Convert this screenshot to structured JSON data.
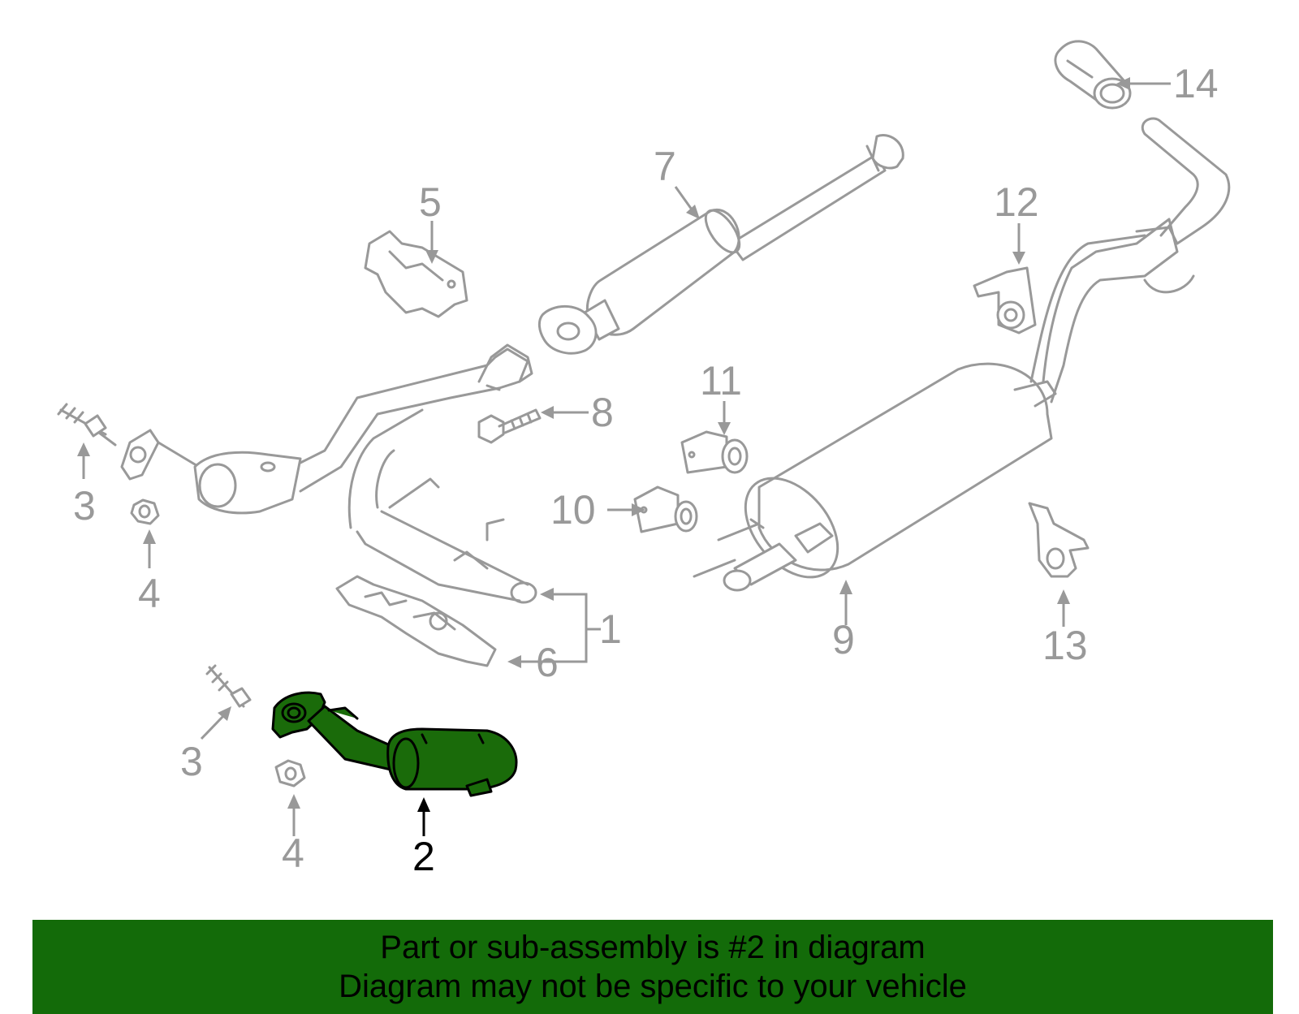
{
  "diagram": {
    "labels": {
      "l1": "1",
      "l2": "2",
      "l3a": "3",
      "l3b": "3",
      "l4a": "4",
      "l4b": "4",
      "l5": "5",
      "l6": "6",
      "l7": "7",
      "l8": "8",
      "l9": "9",
      "l10": "10",
      "l11": "11",
      "l12": "12",
      "l13": "13",
      "l14": "14"
    },
    "highlight_color": "#1a6b0a",
    "line_color": "#999999"
  },
  "banner": {
    "line1": "Part or sub-assembly is #2 in diagram",
    "line2": "Diagram may not be specific to your vehicle",
    "color": "#136b09"
  }
}
